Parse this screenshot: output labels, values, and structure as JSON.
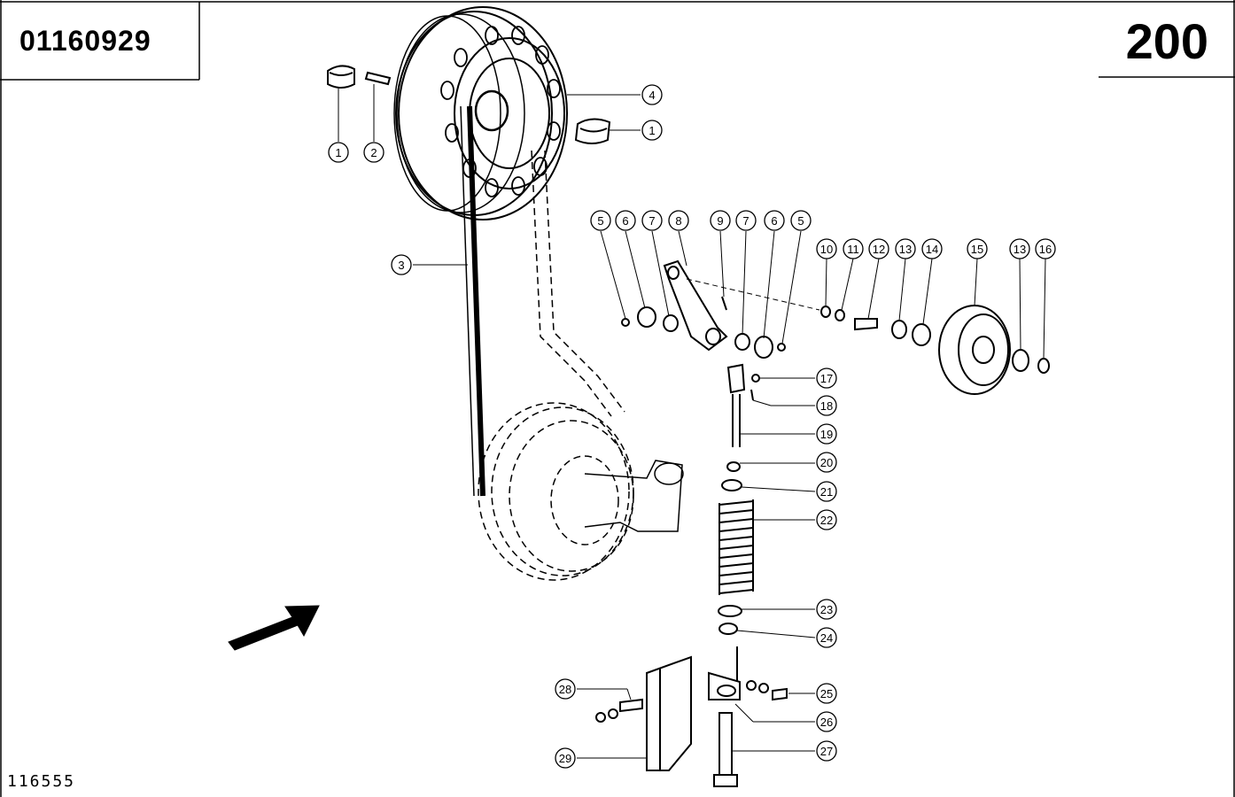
{
  "header": {
    "part_number": "01160929",
    "page_number": "200"
  },
  "footer": {
    "drawing_number": "116555"
  },
  "callouts": [
    "1",
    "2",
    "4",
    "1",
    "3",
    "5",
    "6",
    "7",
    "8",
    "9",
    "7",
    "6",
    "5",
    "10",
    "11",
    "12",
    "13",
    "14",
    "15",
    "13",
    "16",
    "17",
    "18",
    "19",
    "20",
    "21",
    "22",
    "23",
    "24",
    "25",
    "26",
    "27",
    "28",
    "29"
  ]
}
